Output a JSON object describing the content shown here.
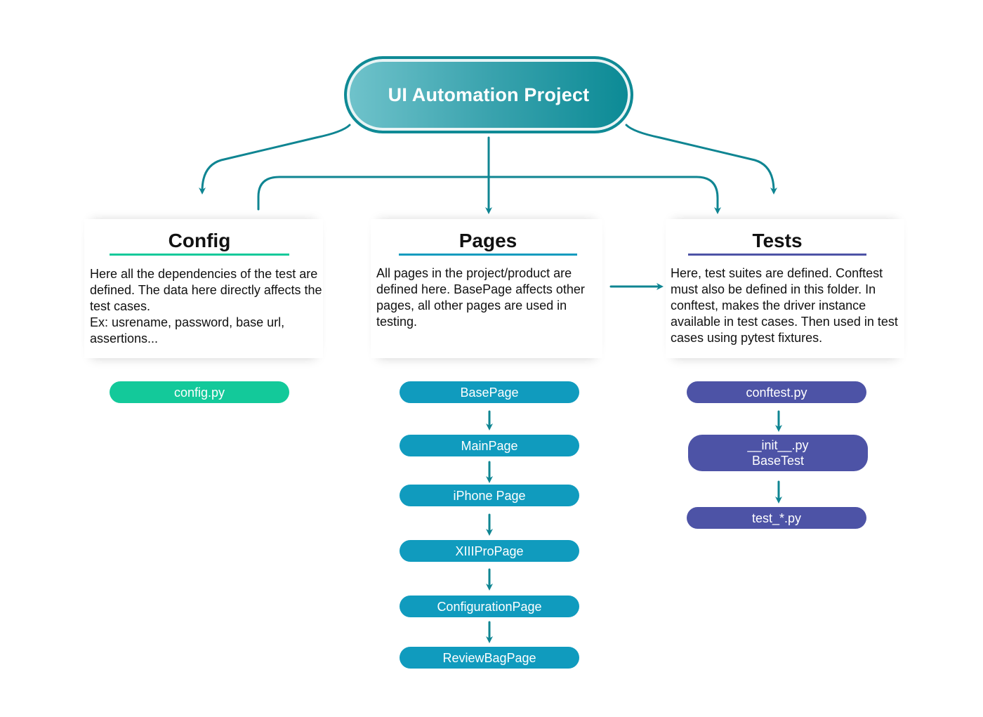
{
  "root": {
    "label": "UI Automation Project"
  },
  "colors": {
    "teal_arrow": "#0f8592",
    "config_accent": "#13c99a",
    "pages_accent": "#109bbe",
    "tests_accent": "#4d53a6"
  },
  "config": {
    "title": "Config",
    "description": "Here all the dependencies of the test are defined. The data here directly affects the test cases.\nEx: usrename, password, base url, assertions...",
    "files": [
      "config.py"
    ]
  },
  "pages": {
    "title": "Pages",
    "description": "All pages in the project/product are defined here. BasePage affects other pages, all other pages are used in testing.",
    "files": [
      "BasePage",
      "MainPage",
      "iPhone Page",
      "XIIIProPage",
      "ConfigurationPage",
      "ReviewBagPage"
    ]
  },
  "tests": {
    "title": "Tests",
    "description": "Here, test suites are defined. Conftest must also be defined in this folder. In conftest, makes the driver instance available in test cases. Then used in test cases using pytest fixtures.",
    "files": [
      "conftest.py",
      "__init__.py\nBaseTest",
      "test_*.py"
    ]
  }
}
